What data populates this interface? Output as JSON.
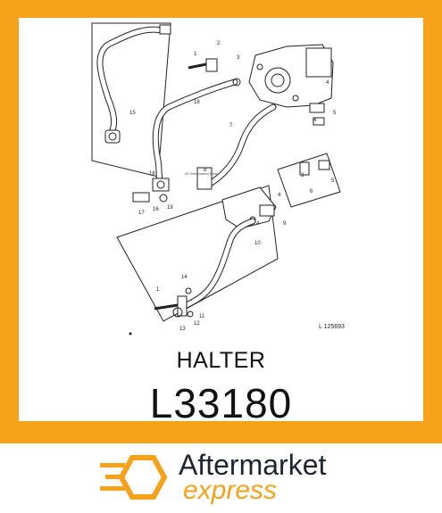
{
  "part": {
    "name": "HALTER",
    "number": "L33180"
  },
  "diagram": {
    "reference": "L 125693",
    "watermark": "AF Aftermarket Parts",
    "callouts": [
      "1",
      "2",
      "3",
      "4",
      "5",
      "4",
      "15",
      "18",
      "7",
      "16",
      "8",
      "17",
      "16",
      "19",
      "4",
      "9",
      "4",
      "3",
      "6",
      "5",
      "10",
      "14",
      "1",
      "11",
      "13",
      "12"
    ]
  },
  "brand": {
    "line1": "Aftermarket",
    "line2": "express",
    "accent": "#f7a21b",
    "dark": "#1f2432"
  },
  "colors": {
    "frame": "#f7a21b",
    "background": "#ffffff"
  }
}
